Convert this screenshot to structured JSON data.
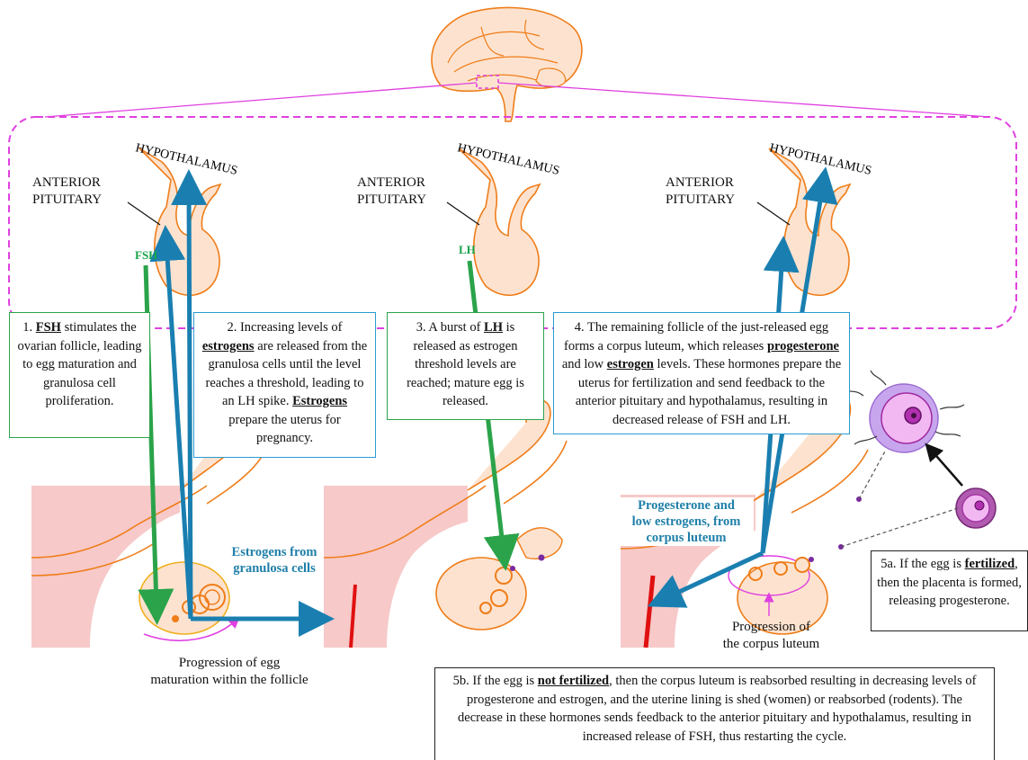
{
  "labels": {
    "hypothalamus": "HYPOTHALAMUS",
    "anterior_pituitary_line1": "ANTERIOR",
    "anterior_pituitary_line2": "PITUITARY",
    "fsh": "FSH",
    "lh": "LH",
    "estrogens_from_granulosa": [
      "Estrogens from",
      "granulosa cells"
    ],
    "progesterone_low_estrogens": [
      "Progesterone and",
      "low estrogens, from",
      "corpus luteum"
    ],
    "progression_egg": [
      "Progression of egg",
      "maturation within the follicle"
    ],
    "progression_corpus": [
      "Progression of",
      "the corpus luteum"
    ]
  },
  "boxes": {
    "step1": {
      "t1": "1. ",
      "b1": "FSH",
      "t2": " stimulates the ovarian follicle, leading to egg maturation and granulosa cell proliferation."
    },
    "step2": {
      "t1": "2. Increasing levels of ",
      "b1": "estrogens",
      "t2": " are released from the granulosa cells until the level reaches a threshold, leading to an LH spike. ",
      "b2": "Estrogens",
      "t3": " prepare the uterus for pregnancy."
    },
    "step3": {
      "t1": "3. A burst of ",
      "b1": "LH",
      "t2": " is released as estrogen threshold levels are reached; mature egg is released."
    },
    "step4": {
      "t1": "4. The remaining follicle of the just-released egg forms a corpus luteum, which releases ",
      "b1": "progesterone",
      "t2": " and low ",
      "b2": "estrogen",
      "t3": " levels. These hormones prepare the uterus for fertilization and send feedback to the anterior pituitary and hypothalamus, resulting in decreased release of FSH and LH."
    },
    "step5a": {
      "t1": "5a. If the egg is ",
      "b1": "fertilized",
      "t2": ", then the placenta is formed, releasing progesterone."
    },
    "step5b": {
      "t1": "5b. If the egg is ",
      "b1": "not fertilized",
      "t2": ", then the corpus luteum is reabsorbed resulting in decreasing levels of progesterone and estrogen, and the uterine lining is shed (women) or reabsorbed (rodents). The decrease in these hormones sends feedback to the anterior pituitary and hypothalamus, resulting in increased release of FSH, thus restarting the cycle."
    }
  },
  "colors": {
    "tissue_fill": "#fde3cf",
    "tissue_stroke": "#ef7d1a",
    "uterus_pink": "#f7c9c9",
    "magenta": "#e040e0",
    "green": "#2ba34a",
    "blue": "#1a7fb0",
    "purple": "#8a2a8a"
  }
}
